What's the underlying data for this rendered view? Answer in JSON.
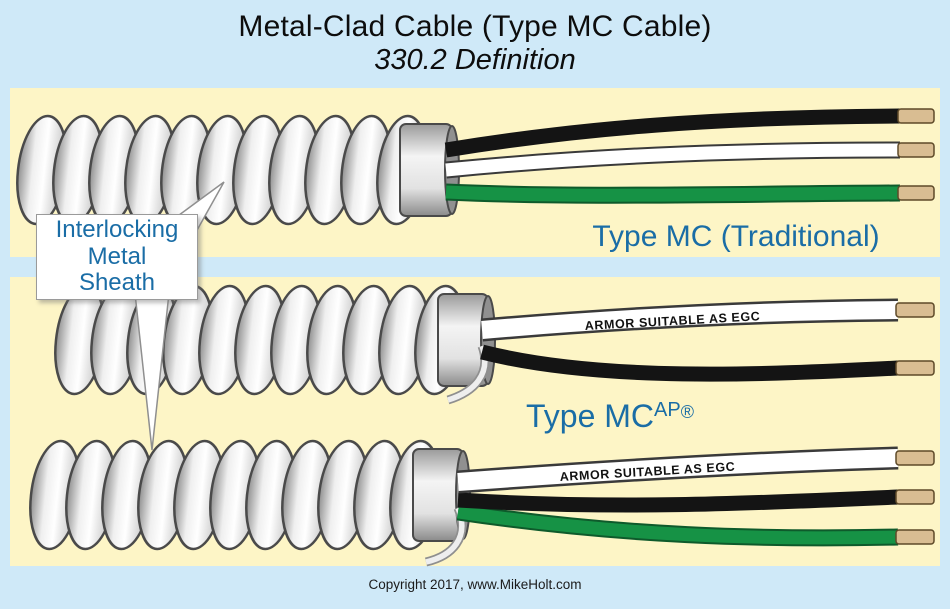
{
  "title": "Metal-Clad Cable (Type MC Cable)",
  "subtitle": "330.2 Definition",
  "callout": {
    "lines": [
      "Interlocking",
      "Metal",
      "Sheath"
    ]
  },
  "labels": {
    "traditional": "Type MC (Traditional)",
    "mcap_base": "Type MC",
    "mcap_sup": "AP",
    "mcap_reg": "®",
    "armor_text": "ARMOR SUITABLE AS EGC"
  },
  "footer": "Copyright 2017, www.MikeHolt.com",
  "colors": {
    "background": "#cfe9f8",
    "panel": "#fdf5c6",
    "label_blue": "#1a6da6",
    "wire_black": "#141414",
    "wire_white": "#ffffff",
    "wire_green": "#169245",
    "conductor_tan": "#d9bd92"
  }
}
